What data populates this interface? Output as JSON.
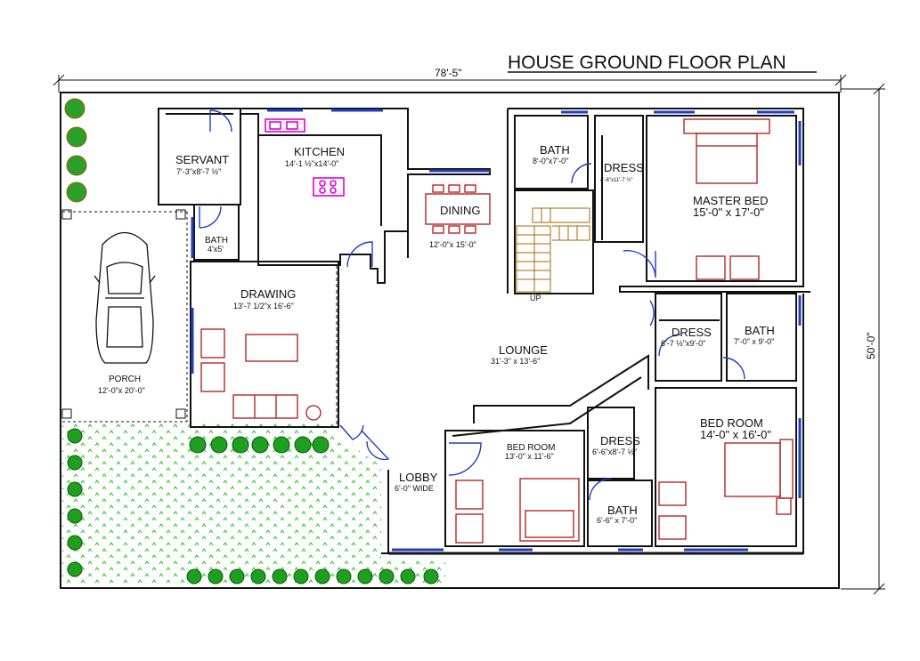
{
  "title": "HOUSE GROUND FLOOR PLAN",
  "dimensions": {
    "width": "78'-5\"",
    "height": "50'-0\""
  },
  "rooms": {
    "servant": {
      "name": "SERVANT",
      "size": "7'-3\"x8'-7 ½\""
    },
    "kitchen": {
      "name": "KITCHEN",
      "size": "14'-1 ½\"x14'-0\""
    },
    "servant_bath": {
      "name": "BATH",
      "size": "4'x5'"
    },
    "dining": {
      "name": "DINING",
      "size": "12'-0\"x 15'-0\""
    },
    "top_bath": {
      "name": "BATH",
      "size": "8'-0\"x7'-0\""
    },
    "top_dress": {
      "name": "DRESS",
      "size": "4'-6\"x11'-7 ½\""
    },
    "master_bed": {
      "name": "MASTER BED",
      "size": "15'-0\" x 17'-0\""
    },
    "porch": {
      "name": "PORCH",
      "size": "12'-0\"x 20'-0\""
    },
    "drawing": {
      "name": "DRAWING",
      "size": "13'-7 1/2\"x 16'-6\""
    },
    "lounge": {
      "name": "LOUNGE",
      "size": "31'-3\" x 13'-6\""
    },
    "right_dress": {
      "name": "DRESS",
      "size": "6'-7 ½\"x9'-0\""
    },
    "right_bath": {
      "name": "BATH",
      "size": "7'-0\" x 9'-0\""
    },
    "bedroom_right": {
      "name": "BED ROOM",
      "size": "14'-0\" x 16'-0\""
    },
    "bedroom_center": {
      "name": "BED ROOM",
      "size": "13'-0\" x 11'-6\""
    },
    "bottom_dress": {
      "name": "DRESS",
      "size": "6'-6\"x8'-7 ½\""
    },
    "bottom_bath": {
      "name": "BATH",
      "size": "6'-6\" x 7'-0\""
    },
    "lobby": {
      "name": "LOBBY",
      "size": "6'-0\" WIDE"
    }
  },
  "stair_label": "UP",
  "colors": {
    "wall": "#111111",
    "window": "#1f3fbf",
    "furniture": "#b01515",
    "stair": "#a36b0a",
    "kitchen_fixture": "#e000d8",
    "lawn": "#1fbf1f"
  }
}
